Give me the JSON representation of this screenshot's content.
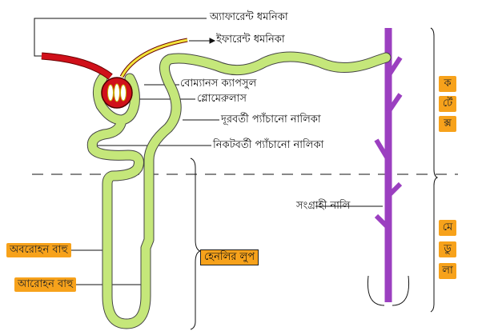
{
  "labels": {
    "afferent": "অ্যাফারেন্ট ধমনিকা",
    "efferent": "ইফারেন্ট ধমনিকা",
    "bowman": "বোম্যানস ক্যাপসুল",
    "glomerulus": "গ্লোমেরুলাস",
    "distal": "দূরবর্তী প্যাঁচানো নালিকা",
    "proximal": "নিকটবর্তী প্যাঁচানো নালিকা",
    "collecting": "সংগ্রাহী নালি",
    "descending": "অবরোহন বাহু",
    "ascending": "আরোহন বাহু",
    "henle": "হেনলির লুপ"
  },
  "cortex": [
    "ক",
    "র্টে",
    "ক্স"
  ],
  "medulla": [
    "মে",
    "ডু",
    "লা"
  ],
  "colors": {
    "artery": "#d0101a",
    "tubule": "#c5e77a",
    "duct": "#9b3fc0",
    "tag": "#f7a21b"
  }
}
